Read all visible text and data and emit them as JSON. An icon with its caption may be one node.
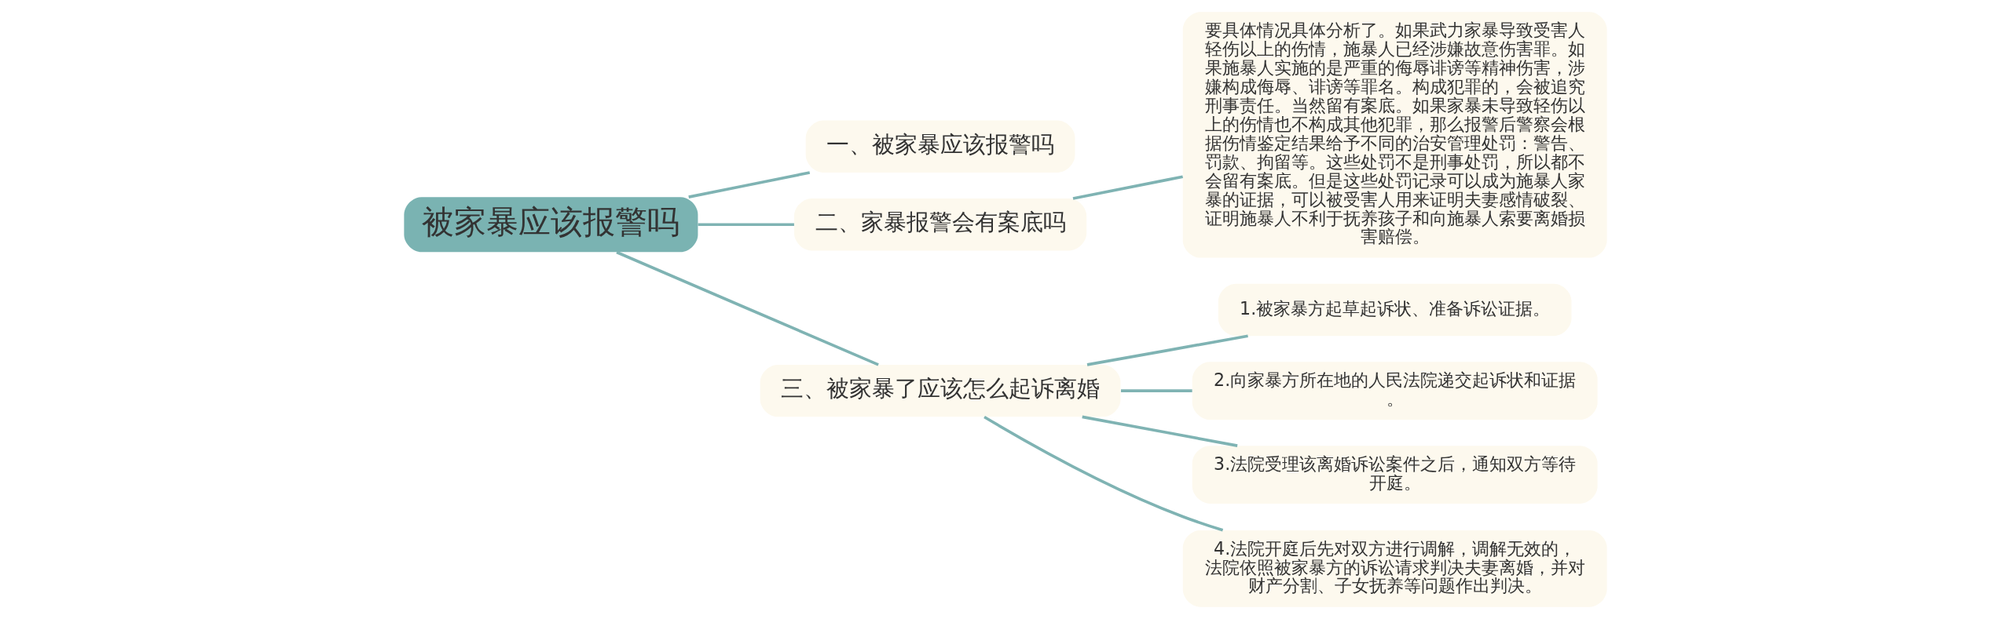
{
  "diagram": {
    "nodes": [
      {
        "text": [
          "被家暴应该报警吗"
        ]
      },
      {
        "text": [
          "一、被家暴应该报警吗"
        ]
      },
      {
        "text": [
          "二、家暴报警会有案底吗"
        ]
      },
      {
        "text": [
          "要具体情况具体分析了。如果武力家暴导致受害人轻伤以上的伤情，施暴人已经涉嫌故意伤害罪。如果施暴人实施的是严重的侮辱诽谤等精神伤害，涉嫌构成侮辱、诽谤等罪名。构成犯罪的，会被追究刑事责任。当然留有案底。如果家暴未导致轻伤以上的伤情也不构成其他犯罪，那么报警后警察会根据伤情鉴定结果给予不同的治安管理处罚：警告、罚款、拘留等。这些处罚不是刑事处罚，所以都不会留有案底。但是这些处罚记录可以成为施暴人家暴的证据，可以被受害人用来证明夫妻感情破裂、证明施暴人不利于抚养孩子和向施暴人索要离婚损害赔偿。"
        ]
      },
      {
        "text": [
          "三、被家暴了应该怎么起诉离婚"
        ]
      },
      {
        "text": [
          "1.被家暴方起草起诉状、准备诉讼证据。"
        ]
      },
      {
        "text": [
          "2.向家暴方所在地的人民法院递交起诉状和证据。"
        ]
      },
      {
        "text": [
          "3.法院受理该离婚诉讼案件之后，通知双方等待开庭。"
        ]
      },
      {
        "text": [
          "4.法院开庭后先对双方进行调解，调解无效的，法院依照被家暴方的诉讼请求判决夫妻离婚，并对财产分割、子女抚养等问题作出判决。"
        ]
      }
    ],
    "edges": [
      {
        "from": 0,
        "to": 1,
        "arrow": "none"
      },
      {
        "from": 0,
        "to": 2,
        "arrow": "none"
      },
      {
        "from": 2,
        "to": 3,
        "arrow": "none"
      },
      {
        "from": 0,
        "to": 4,
        "arrow": "none"
      },
      {
        "from": 4,
        "to": 5,
        "arrow": "none"
      },
      {
        "from": 4,
        "to": 6,
        "arrow": "none"
      },
      {
        "from": 4,
        "to": 7,
        "arrow": "none"
      },
      {
        "from": 4,
        "to": 8,
        "arrow": "none"
      }
    ]
  }
}
